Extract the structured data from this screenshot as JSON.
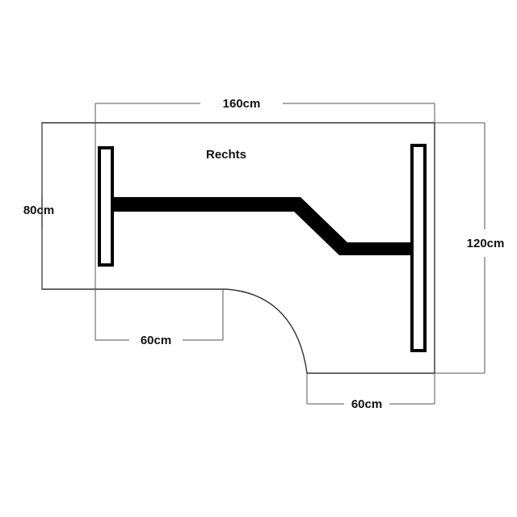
{
  "diagram": {
    "side_label": "Rechts",
    "dimensions": {
      "total_width": "160cm",
      "left_depth": "80cm",
      "right_depth": "120cm",
      "bottom_left_width": "60cm",
      "bottom_right_width": "60cm"
    }
  }
}
